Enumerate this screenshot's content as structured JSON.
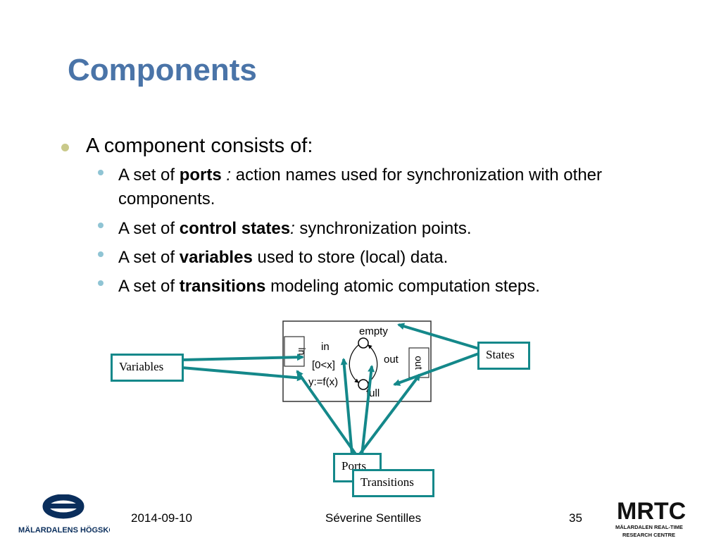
{
  "slide": {
    "title": "Components",
    "bullet_main": "A component consists of:",
    "items": [
      {
        "prefix": "A set of ",
        "term": "ports",
        "sep": " : ",
        "rest": " action names used for synchronization with other components."
      },
      {
        "prefix": "A set of ",
        "term": "control states",
        "sep": ":",
        "rest": " synchronization points."
      },
      {
        "prefix": "A set of ",
        "term": "variables",
        "sep": "",
        "rest": " used to store (local) data."
      },
      {
        "prefix": "A set of ",
        "term": "transitions",
        "sep": "",
        "rest": " modeling atomic computation steps."
      }
    ]
  },
  "diagram": {
    "port_in": "in",
    "port_out": "out",
    "state_empty": "empty",
    "state_full": "full",
    "action_in": "in",
    "action_out": "out",
    "guard": "[0<x]",
    "assignment": "y:=f(x)",
    "labels": {
      "variables": "Variables",
      "states": "States",
      "ports": "Ports",
      "transitions": "Transitions"
    },
    "arrow_color": "#14888a"
  },
  "footer": {
    "date": "2014-09-10",
    "author": "Séverine Sentilles",
    "page": "35",
    "logo_left_text": "MÄLARDALENS HÖGSKOLA",
    "logo_right_text": "MRTC",
    "logo_right_sub1": "MÄLARDALEN REAL-TIME",
    "logo_right_sub2": "RESEARCH CENTRE"
  }
}
